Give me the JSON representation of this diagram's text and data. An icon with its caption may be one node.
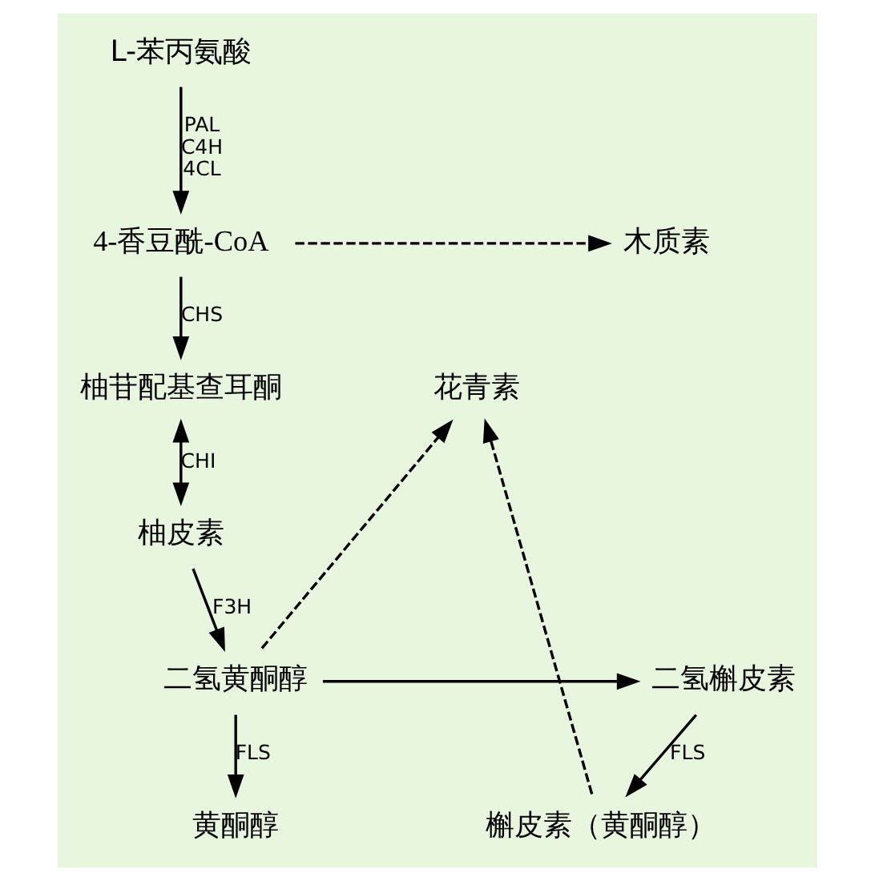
{
  "diagram": {
    "nodes": [
      {
        "text": [
          "L-苯丙氨酸"
        ]
      },
      {
        "text": [
          "4-香豆酰-CoA"
        ]
      },
      {
        "text": [
          "木质素"
        ]
      },
      {
        "text": [
          "柚苷配基查耳酮"
        ]
      },
      {
        "text": [
          "花青素"
        ]
      },
      {
        "text": [
          "柚皮素"
        ]
      },
      {
        "text": [
          "二氢黄酮醇"
        ]
      },
      {
        "text": [
          "二氢槲皮素"
        ]
      },
      {
        "text": [
          "黄酮醇"
        ]
      },
      {
        "text": [
          "槲皮素（黄酮醇）"
        ]
      }
    ],
    "edges": [
      {
        "from": 0,
        "to": 1,
        "arrow": "to",
        "label": "PAL C4H 4CL"
      },
      {
        "from": 1,
        "to": 2,
        "arrow": "to",
        "style": "dashed"
      },
      {
        "from": 1,
        "to": 3,
        "arrow": "to",
        "label": "CHS"
      },
      {
        "from": 3,
        "to": 5,
        "arrow": "both",
        "label": "CHI"
      },
      {
        "from": 5,
        "to": 6,
        "arrow": "to",
        "label": "F3H"
      },
      {
        "from": 6,
        "to": 4,
        "arrow": "to",
        "style": "dashed"
      },
      {
        "from": 6,
        "to": 7,
        "arrow": "to"
      },
      {
        "from": 6,
        "to": 8,
        "arrow": "to",
        "label": "FLS"
      },
      {
        "from": 7,
        "to": 9,
        "arrow": "to",
        "label": "FLS"
      },
      {
        "from": 9,
        "to": 4,
        "arrow": "to",
        "style": "dashed"
      }
    ]
  }
}
